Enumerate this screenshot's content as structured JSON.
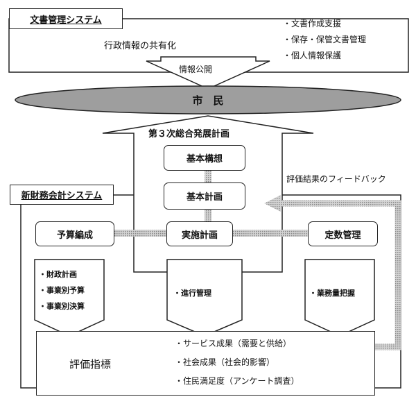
{
  "doc_system": {
    "title": "文書管理システム",
    "sharing": "行政情報の共有化",
    "items": [
      "・文書作成支援",
      "・保存・保管文書管理",
      "・個人情報保護"
    ]
  },
  "info_disclosure": "情報公開",
  "citizens": "市　民",
  "plan": {
    "title": "第３次総合発展計画",
    "steps": [
      "基本構想",
      "基本計画",
      "実施計画"
    ]
  },
  "feedback": "評価結果のフィードバック",
  "finance_system": {
    "title": "新財務会計システム"
  },
  "budget": {
    "label": "予算編成",
    "items": [
      "・財政計画",
      "・事業別予算",
      "・事業別決算"
    ]
  },
  "progress": "・進行管理",
  "staff": {
    "label": "定数管理",
    "items": [
      "・業務量把握"
    ]
  },
  "evaluation": {
    "label": "評価指標",
    "items": [
      "・サービス成果（需要と供給）",
      "・社会成果（社会的影響）",
      "・住民満足度（アンケート調査）"
    ]
  }
}
